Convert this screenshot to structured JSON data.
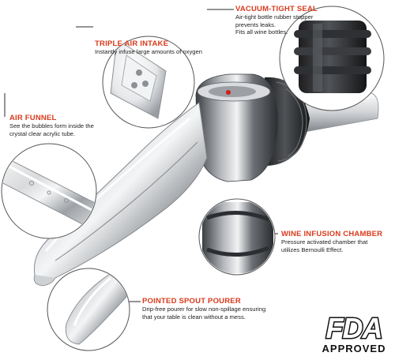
{
  "callouts": {
    "vacuum": {
      "title": "VACUUM-TIGHT SEAL",
      "lines": [
        "Air-tight bottle rubber stopper",
        "prevents leaks.",
        "Fits all wine bottles."
      ]
    },
    "triple": {
      "title": "TRIPLE AIR INTAKE",
      "lines": [
        "Instantly infuse large amounts of oxygen"
      ]
    },
    "funnel": {
      "title": "AIR FUNNEL",
      "lines": [
        "See the bubbles form inside the",
        "crystal clear acrylic tube."
      ]
    },
    "infusion": {
      "title": "WINE INFUSION CHAMBER",
      "lines": [
        "Pressure activated chamber that",
        "utilizes Bernoulli Effect."
      ]
    },
    "spout": {
      "title": "POINTED SPOUT POURER",
      "lines": [
        "Drip-free pourer for slow non-spillage ensuring",
        "that your table is clean without a mess."
      ]
    }
  },
  "badge": {
    "logo_text": "FDA",
    "label": "APPROVED"
  },
  "colors": {
    "accent": "#d93a1c",
    "text": "#1c1c1c",
    "line": "#2a2a2a",
    "circle": "#555555"
  }
}
